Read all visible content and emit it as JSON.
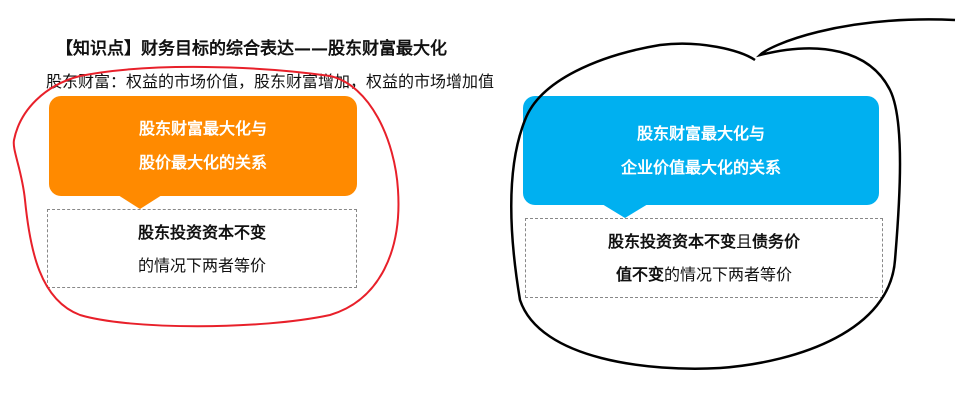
{
  "heading": "【知识点】财务目标的综合表达——股东财富最大化",
  "definition": "股东财富：权益的市场价值，股东财富增加，权益的市场增加值",
  "left_card": {
    "title_line1": "股东财富最大化与",
    "title_line2": "股价最大化的关系",
    "body_bold": "股东投资资本不变",
    "body_normal": "的情况下两者等价",
    "color": "#FF8A00"
  },
  "right_card": {
    "title_line1": "股东财富最大化与",
    "title_line2": "企业价值最大化的关系",
    "body_bold1": "股东投资资本不变",
    "body_normal1": "且",
    "body_bold2": "债务价",
    "body_bold3": "值不变",
    "body_normal2": "的情况下两者等价",
    "color": "#00B0F0"
  },
  "annotations": {
    "red_loop_color": "#E8202A",
    "black_loop_color": "#000000"
  }
}
